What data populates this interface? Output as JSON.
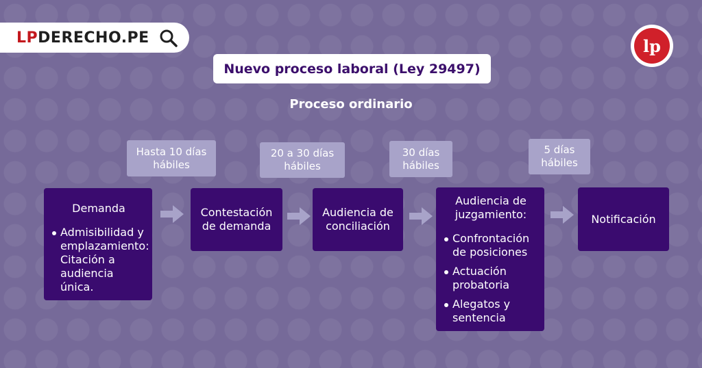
{
  "brand": {
    "logo_lp": "LP",
    "logo_rest": "DERECHO.PE",
    "badge_text": "lp"
  },
  "title": "Nuevo proceso laboral (Ley 29497)",
  "subtitle": "Proceso ordinario",
  "steps": [
    {
      "title": "Demanda",
      "bullets": [
        "Admisibilidad y emplazamiento: Citación a audiencia única."
      ]
    },
    {
      "title": "Contestación de demanda",
      "bullets": []
    },
    {
      "title": "Audiencia de conciliación",
      "bullets": []
    },
    {
      "title": "Audiencia de juzgamiento:",
      "bullets": [
        "Confrontación de posiciones",
        "Actuación probatoria",
        "Alegatos y sentencia"
      ]
    },
    {
      "title": "Notificación",
      "bullets": []
    }
  ],
  "periods": [
    "Hasta 10 días hábiles",
    "20 a 30 días hábiles",
    "30 días hábiles",
    "5 días hábiles"
  ],
  "colors": {
    "background": "#766a99",
    "box": "#3a0b6f",
    "label": "#a8a3c9",
    "brand_red": "#c3181d"
  }
}
